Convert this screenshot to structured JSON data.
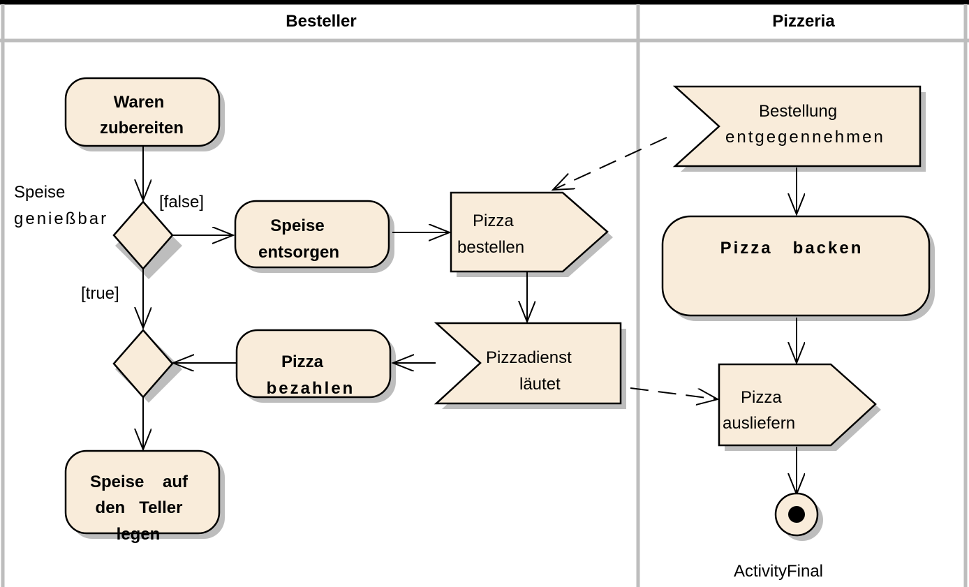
{
  "lanes": {
    "left_title": "Besteller",
    "right_title": "Pizzeria"
  },
  "actions": {
    "waren_zubereiten": [
      "Waren",
      "zubereiten"
    ],
    "speise_entsorgen": [
      "Speise",
      "entsorgen"
    ],
    "pizza_bezahlen": [
      "Pizza",
      "bezahlen"
    ],
    "speise_teller": [
      "Speise    auf",
      "den   Teller",
      "legen"
    ],
    "pizza_backen": [
      "Pizza   backen"
    ]
  },
  "signals": {
    "pizza_bestellen": [
      "Pizza",
      "bestellen"
    ],
    "pizza_ausliefern": [
      "Pizza",
      "ausliefern"
    ]
  },
  "events": {
    "bestellung_entgegennehmen": [
      "Bestellung",
      "entgegennehmen"
    ],
    "pizzadienst_laeutet": [
      "Pizzadienst",
      "läutet"
    ]
  },
  "decision": {
    "label": [
      "Speise",
      "genießbar"
    ],
    "guard_false": "[false]",
    "guard_true": "[true]"
  },
  "final": {
    "label": "ActivityFinal"
  },
  "colors": {
    "node_fill": "#f9ecda",
    "shadow": "#bdbdbd",
    "lane_border": "#bdbdbd"
  }
}
